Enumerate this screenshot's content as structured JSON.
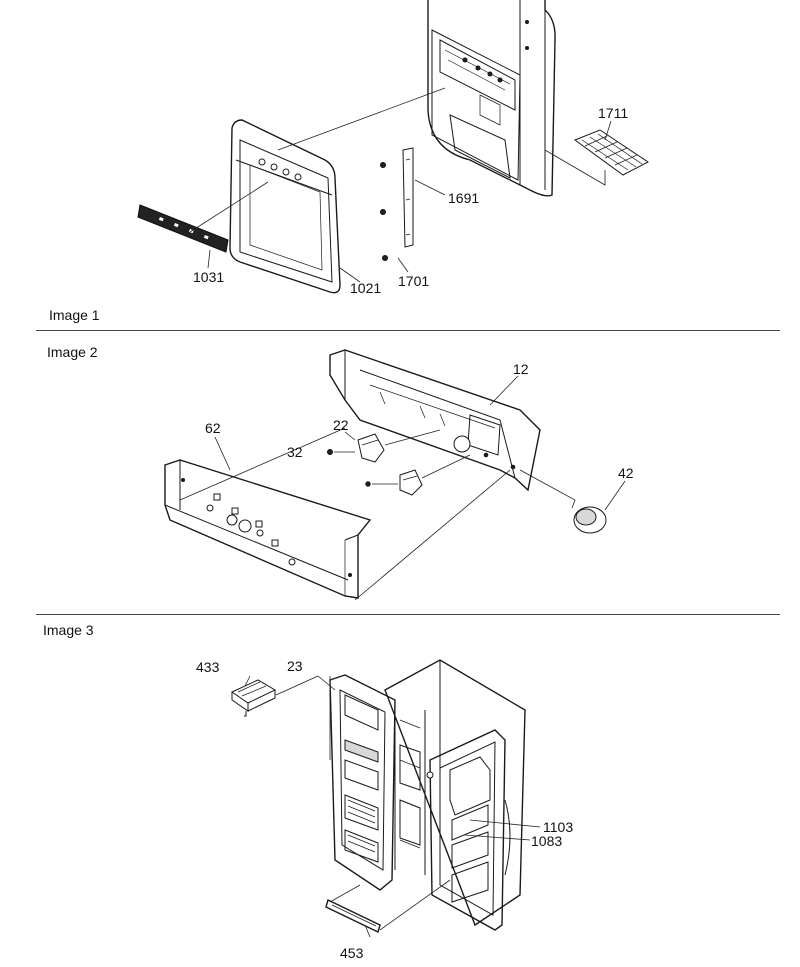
{
  "sections": [
    {
      "caption": "Image 1"
    },
    {
      "caption": "Image 2"
    },
    {
      "caption": "Image 3"
    }
  ],
  "image1": {
    "parts": {
      "p1711": "1711",
      "p1691": "1691",
      "p1701": "1701",
      "p1031": "1031",
      "p1021": "1021"
    }
  },
  "image2": {
    "parts": {
      "p12": "12",
      "p62": "62",
      "p22": "22",
      "p32": "32",
      "p42": "42"
    }
  },
  "image3": {
    "parts": {
      "p433": "433",
      "p23": "23",
      "p1103": "1103",
      "p1083": "1083",
      "p453": "453"
    }
  }
}
